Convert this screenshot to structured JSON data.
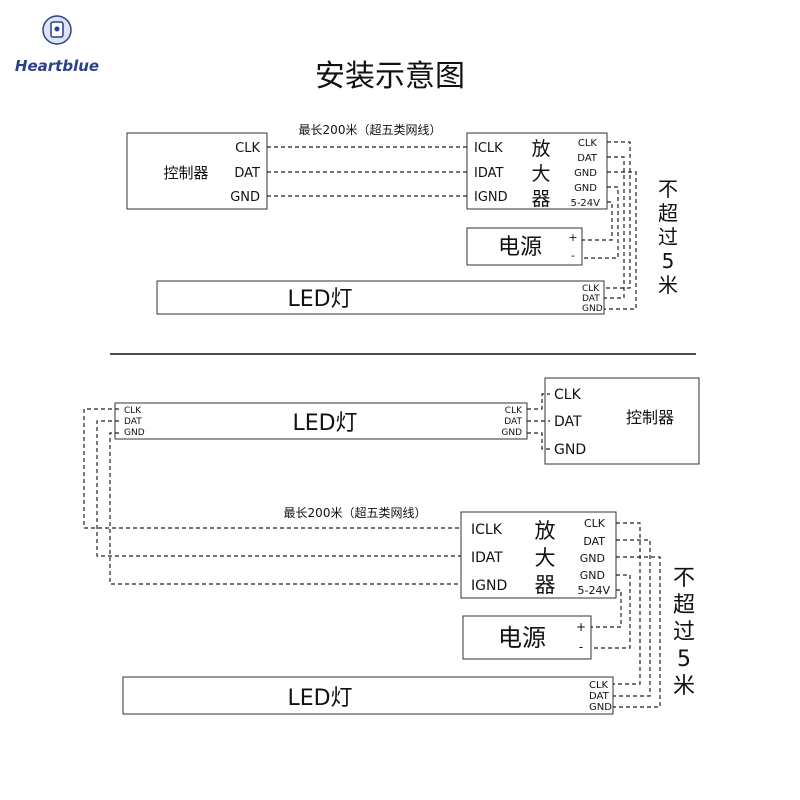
{
  "logo": {
    "text": "Heartblue"
  },
  "title": "安装示意图",
  "colors": {
    "logo": "#2a3f8f",
    "line": "#222222"
  },
  "diagram1": {
    "cable_note": "最长200米（超五类网线）",
    "controller": {
      "name": "控制器",
      "pins": [
        "CLK",
        "DAT",
        "GND"
      ]
    },
    "amplifier": {
      "name_chars": [
        "放",
        "大",
        "器"
      ],
      "in_pins": [
        "ICLK",
        "IDAT",
        "IGND"
      ],
      "out_pins": [
        "CLK",
        "DAT",
        "GND",
        "GND"
      ],
      "voltage": "5-24V"
    },
    "power": {
      "name": "电源",
      "plus": "+",
      "minus": "-"
    },
    "led": {
      "name": "LED灯",
      "pins": [
        "CLK",
        "DAT",
        "GND"
      ]
    },
    "limit_note_chars": [
      "不",
      "超",
      "过",
      "5",
      "米"
    ]
  },
  "diagram2": {
    "cable_note": "最长200米（超五类网线）",
    "led_top": {
      "name": "LED灯",
      "left_pins": [
        "CLK",
        "DAT",
        "GND"
      ],
      "right_pins": [
        "CLK",
        "DAT",
        "GND"
      ]
    },
    "controller": {
      "name": "控制器",
      "pins": [
        "CLK",
        "DAT",
        "GND"
      ]
    },
    "amplifier": {
      "name_chars": [
        "放",
        "大",
        "器"
      ],
      "in_pins": [
        "ICLK",
        "IDAT",
        "IGND"
      ],
      "out_pins": [
        "CLK",
        "DAT",
        "GND",
        "GND"
      ],
      "voltage": "5-24V"
    },
    "power": {
      "name": "电源",
      "plus": "+",
      "minus": "-"
    },
    "led_bottom": {
      "name": "LED灯",
      "pins": [
        "CLK",
        "DAT",
        "GND"
      ]
    },
    "limit_note_chars": [
      "不",
      "超",
      "过",
      "5",
      "米"
    ]
  }
}
